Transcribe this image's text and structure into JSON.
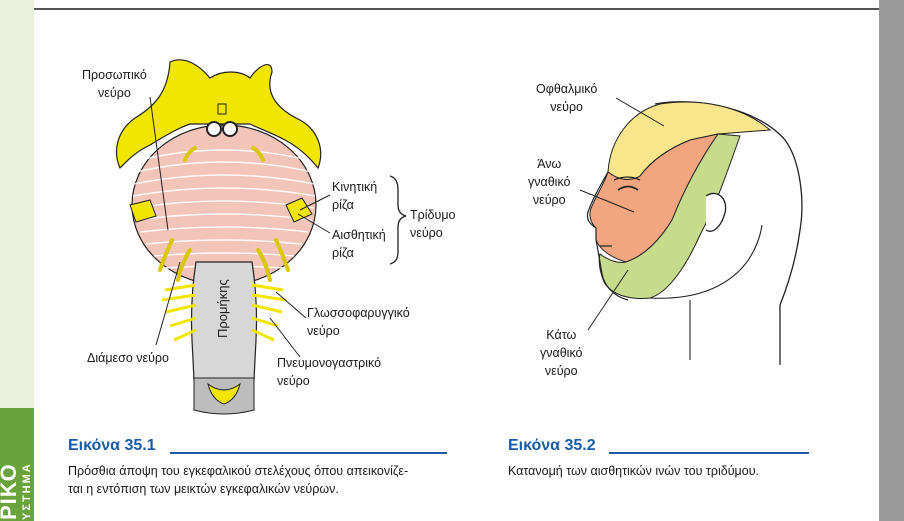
{
  "sidebar": {
    "section_big": "ΡΙΚΟ",
    "section_small": "ΥΣΤΗΜΑ"
  },
  "figure1": {
    "labels": {
      "facial_nerve": "Προσωπικό\nνεύρο",
      "motor_root": "Κινητική\nρίζα",
      "sensory_root": "Αισθητική\nρίζα",
      "trigeminal": "Τρίδυμο\nνεύρο",
      "glossopharyngeal": "Γλωσσοφαρυγγικό\nνεύρο",
      "vagus": "Πνευμονογαστρικό\nνεύρο",
      "intermediate": "Διάμεσο νεύρο",
      "medulla": "Προμήκης"
    },
    "title": "Εικόνα 35.1",
    "caption": "Πρόσθια άποψη του εγκεφαλικού στελέχους όπου απεικονίζε-\nται η εντόπιση των μεικτών εγκεφαλικών νεύρων."
  },
  "figure2": {
    "labels": {
      "ophthalmic": "Οφθαλμικό\nνεύρο",
      "maxillary": "Άνω\nγναθικό\nνεύρο",
      "mandibular": "Κάτω\nγναθικό\nνεύρο"
    },
    "title": "Εικόνα 35.2",
    "caption": "Κατανομή των αισθητικών ινών του τριδύμου."
  },
  "colors": {
    "accent": "#1c5aa6",
    "tab": "#6aa23c",
    "nerve": "#f2e600",
    "pons": "#f3c4b8",
    "ophthalmic": "#f8e58c",
    "maxillary": "#f2a57f",
    "mandibular": "#c6dc8c"
  }
}
